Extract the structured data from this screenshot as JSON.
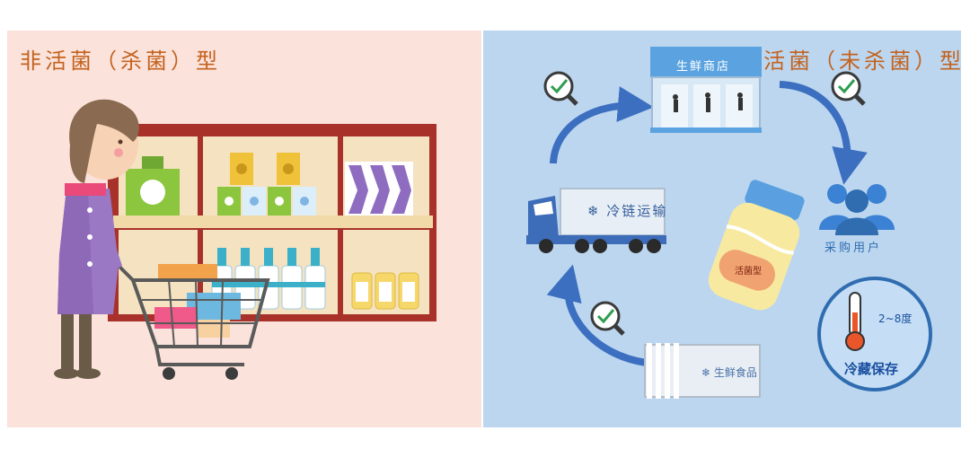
{
  "left_panel": {
    "title": "非活菌（杀菌）型"
  },
  "right_panel": {
    "title": "活菌（未杀菌）型",
    "store_label": "生鲜商店",
    "truck_label": "冷链运输",
    "users_label": "采购用户",
    "bottle_label": "活菌型",
    "food_label": "生鲜食品",
    "temperature_label": "2~8度",
    "storage_label": "冷藏保存"
  },
  "icons": [
    "check-search-icon",
    "snowflake-icon",
    "thermometer-icon",
    "users-icon",
    "truck-icon",
    "store-icon"
  ],
  "colors": {
    "left_bg": "#fbe2da",
    "right_bg": "#bcd6ef",
    "title": "#c4621e",
    "arrow": "#3c6fc0",
    "check": "#2e9e4f"
  }
}
